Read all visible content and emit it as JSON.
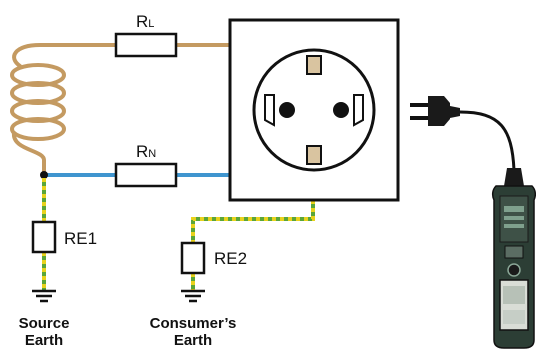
{
  "labels": {
    "rl_main": "R",
    "rl_sub": "L",
    "rn_main": "R",
    "rn_sub": "N",
    "re1": "RE1",
    "re2": "RE2",
    "source_earth_line1": "Source",
    "source_earth_line2": "Earth",
    "consumer_earth_line1": "Consumer’s",
    "consumer_earth_line2": "Earth"
  },
  "colors": {
    "line_wire": "#c49a61",
    "neutral_wire": "#3f95cf",
    "earth_green": "#5aa539",
    "earth_yellow": "#e9d21c",
    "resistor_stroke": "#111111",
    "tester_body": "#2c3e35"
  }
}
